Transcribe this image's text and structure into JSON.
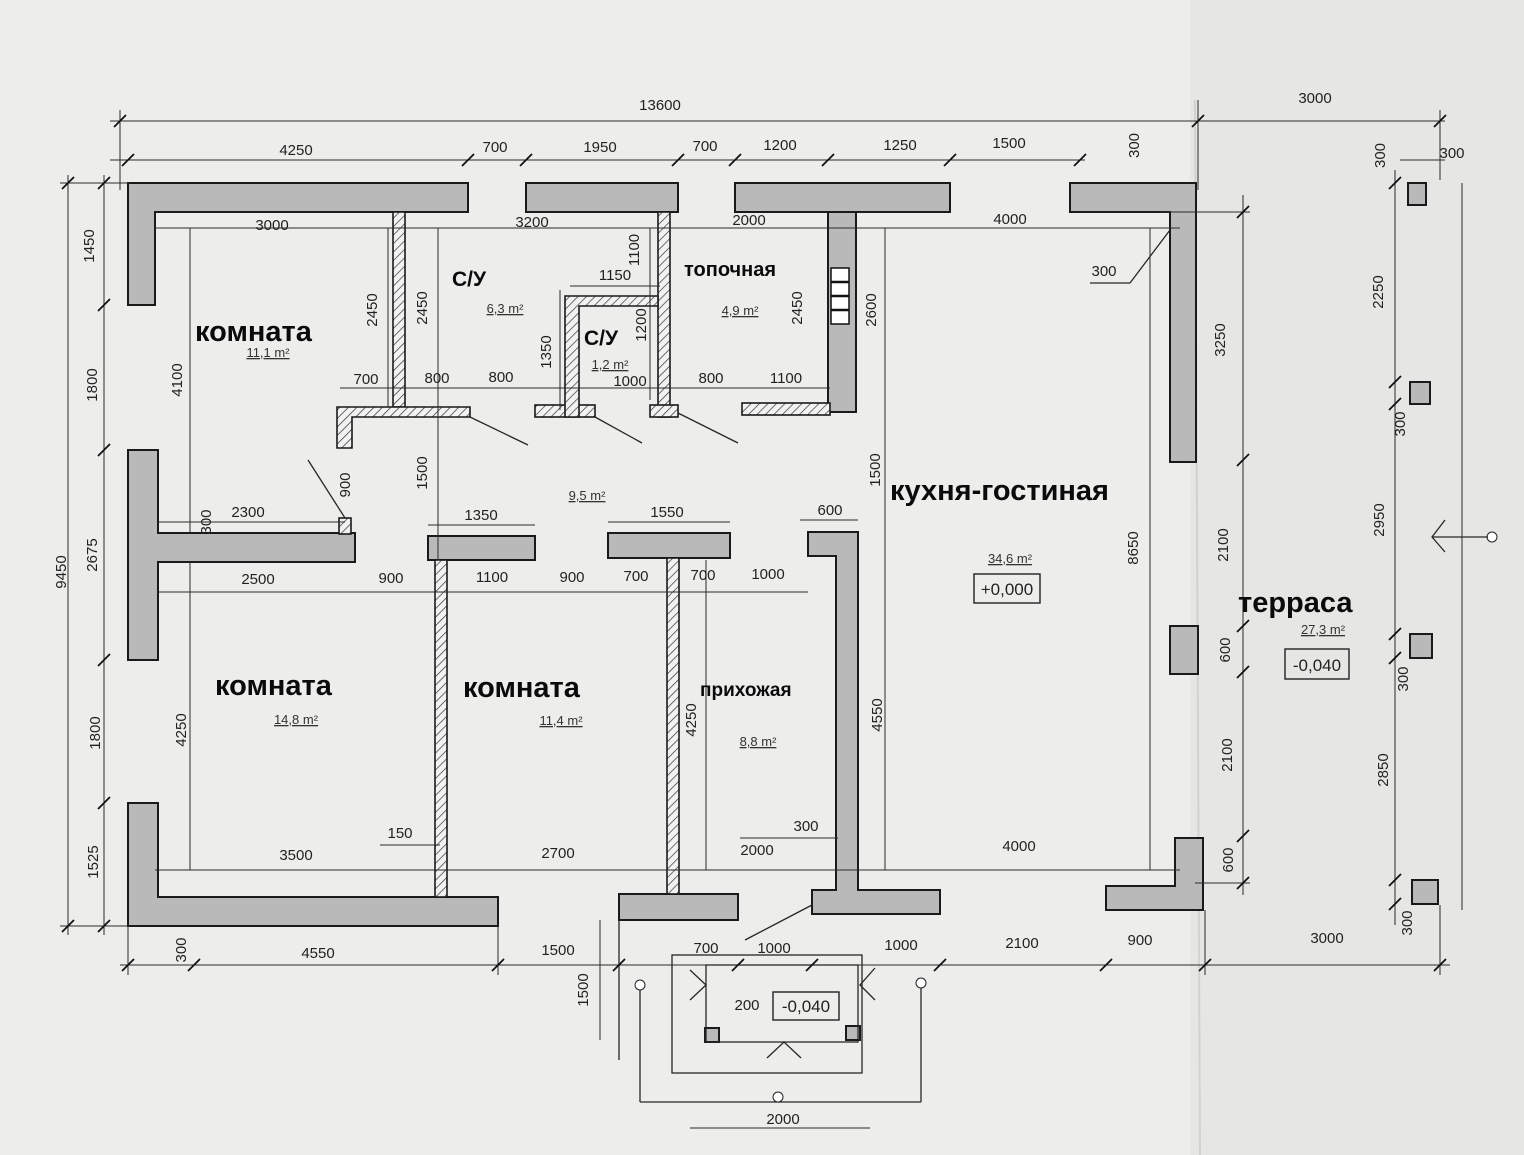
{
  "rooms": {
    "room_nw": {
      "label": "комната",
      "area": "11,1 m²"
    },
    "bath_1": {
      "label": "С/У",
      "area": "6,3 m²"
    },
    "bath_2": {
      "label": "С/У",
      "area": "1,2 m²"
    },
    "boiler": {
      "label": "топочная",
      "area": "4,9 m²"
    },
    "kitchen": {
      "label": "кухня-гостиная",
      "area": "34,6 m²",
      "level": "+0,000"
    },
    "hall": {
      "area": "9,5 m²"
    },
    "room_sw": {
      "label": "комната",
      "area": "14,8 m²"
    },
    "room_s": {
      "label": "комната",
      "area": "11,4 m²"
    },
    "entry": {
      "label": "прихожая",
      "area": "8,8 m²"
    },
    "terrace": {
      "label": "терраса",
      "area": "27,3 m²",
      "level": "-0,040"
    },
    "porch": {
      "level": "-0,040"
    }
  },
  "dims": {
    "overall_top": "13600",
    "terrace_top": "3000",
    "top_chain": [
      "4250",
      "700",
      "1950",
      "700",
      "1200",
      "1250",
      "1500"
    ],
    "top_300": "300",
    "inner_top": [
      "3000",
      "3200",
      "2000",
      "4000"
    ],
    "terrace_right_top": [
      "300",
      "300"
    ],
    "left_overall": "9450",
    "left_chain": [
      "1450",
      "1800",
      "2675",
      "1800",
      "1525"
    ],
    "bottom_chain": [
      "300",
      "4550",
      "1500",
      "700",
      "1000",
      "1000",
      "2100",
      "900",
      "3000"
    ],
    "porch_width": "2000",
    "porch_depth": "1500",
    "porch_step": "200",
    "inner_bottom": [
      "3500",
      "2700",
      "2000",
      "4000"
    ],
    "wall_150": "150",
    "wall_300_entry": "300",
    "nw_room_depth": "4100",
    "sw_room_depth": "4250",
    "entry_depth": "4250",
    "kitchen_wall": "4550",
    "kitchen_opening": "1500",
    "kitchen_depth": "8650",
    "bath_h1": "2450",
    "bath_h2": "2450",
    "bath2_w": "1150",
    "bath2_h": "1350",
    "bath2_h2": "1200",
    "bath2_top": "1100",
    "bath2_bottom": "1000",
    "boiler_h": "2450",
    "chimney_h": "2600",
    "corner_300": "300",
    "hall_row": [
      "700",
      "800",
      "800",
      "800",
      "1100"
    ],
    "door_900": "900",
    "hall_1500": "1500",
    "wall_2300": "2300",
    "wall_300_mid": "300",
    "wall_2500": "2500",
    "mid_row": [
      "900",
      "1100",
      "900",
      "700",
      "700",
      "1000"
    ],
    "wall_1350": "1350",
    "wall_1550": "1550",
    "wall_600": "600",
    "right_chain": [
      "3250",
      "2100",
      "600",
      "2100",
      "600"
    ],
    "terrace_chain": [
      "2250",
      "300",
      "2950",
      "300",
      "2850",
      "300"
    ]
  }
}
